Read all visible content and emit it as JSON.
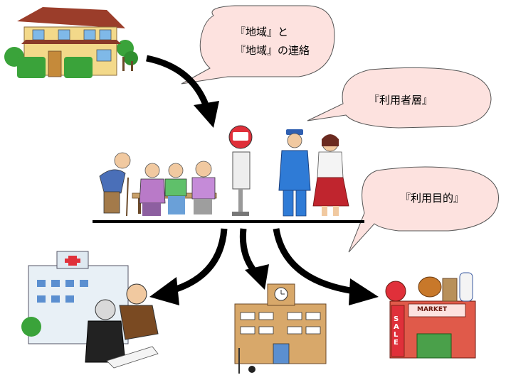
{
  "bubbles": {
    "region": {
      "line1": "『地域』と",
      "line2": "『地域』の連絡"
    },
    "users": {
      "label": "『利用者層』"
    },
    "purpose": {
      "label": "『利用目的』"
    }
  },
  "signs": {
    "supermarket_sale": "SALE",
    "supermarket_market": "MARKET"
  },
  "colors": {
    "bubble_fill": "#fde2df",
    "arrow": "#000000",
    "bus_sign": "#e0303a",
    "uniform_blue": "#2f7bd6",
    "dress_red": "#c0252e"
  },
  "icons": [
    "house-icon",
    "bus-stop-icon",
    "elderly-group-icon",
    "student-boy-icon",
    "student-girl-icon",
    "hospital-icon",
    "school-icon",
    "supermarket-icon"
  ]
}
